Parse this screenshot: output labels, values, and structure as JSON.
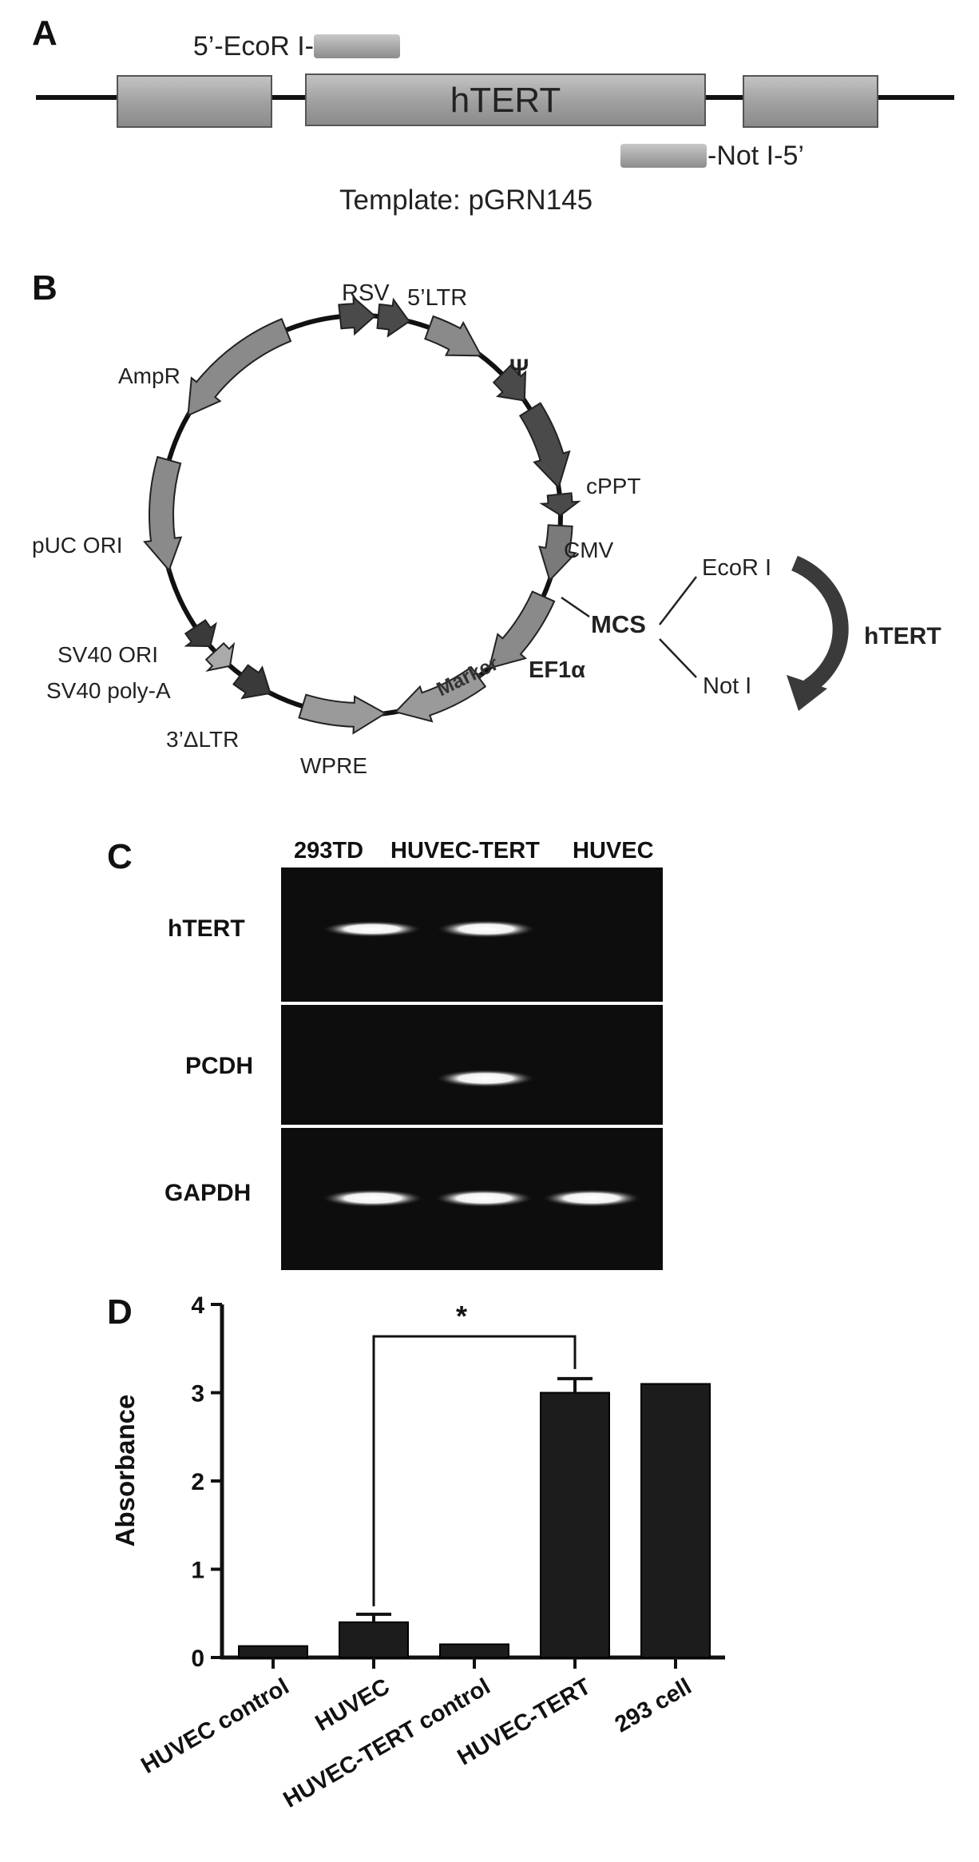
{
  "panelA": {
    "letter": "A",
    "gene_label": "hTERT",
    "forward_primer": "5’-EcoR I-",
    "reverse_primer": "-Not I-5’",
    "template": "Template: pGRN145"
  },
  "panelB": {
    "letter": "B",
    "features": {
      "rsv": "RSV",
      "ltr5": "5’LTR",
      "psi": "Ψ",
      "cppt": "cPPT",
      "cmv": "CMV",
      "mcs": "MCS",
      "ef1a": "EF1α",
      "marker": "Marker",
      "wpre": "WPRE",
      "ltr3": "3’ΔLTR",
      "sv40_polya": "SV40 poly-A",
      "sv40_ori": "SV40 ORI",
      "puc_ori": "pUC ORI",
      "ampr": "AmpR"
    },
    "ecor": "EcoR I",
    "noti": "Not I",
    "insert": "hTERT"
  },
  "panelC": {
    "letter": "C",
    "lanes": [
      "293TD",
      "HUVEC-TERT",
      "HUVEC"
    ],
    "rows": [
      "hTERT",
      "PCDH",
      "GAPDH"
    ]
  },
  "panelD": {
    "letter": "D",
    "significance": "*",
    "chart_data": {
      "type": "bar",
      "categories": [
        "HUVEC control",
        "HUVEC",
        "HUVEC-TERT control",
        "HUVEC-TERT",
        "293 cell"
      ],
      "values": [
        0.13,
        0.4,
        0.15,
        3.0,
        3.1
      ],
      "errors": [
        0.01,
        0.09,
        0.01,
        0.16,
        0.02
      ],
      "ylabel": "Absorbance",
      "ylim": [
        0,
        4
      ],
      "yticks": [
        "0",
        "1",
        "2",
        "3",
        "4"
      ],
      "bar_color": "#1c1c1c"
    }
  }
}
